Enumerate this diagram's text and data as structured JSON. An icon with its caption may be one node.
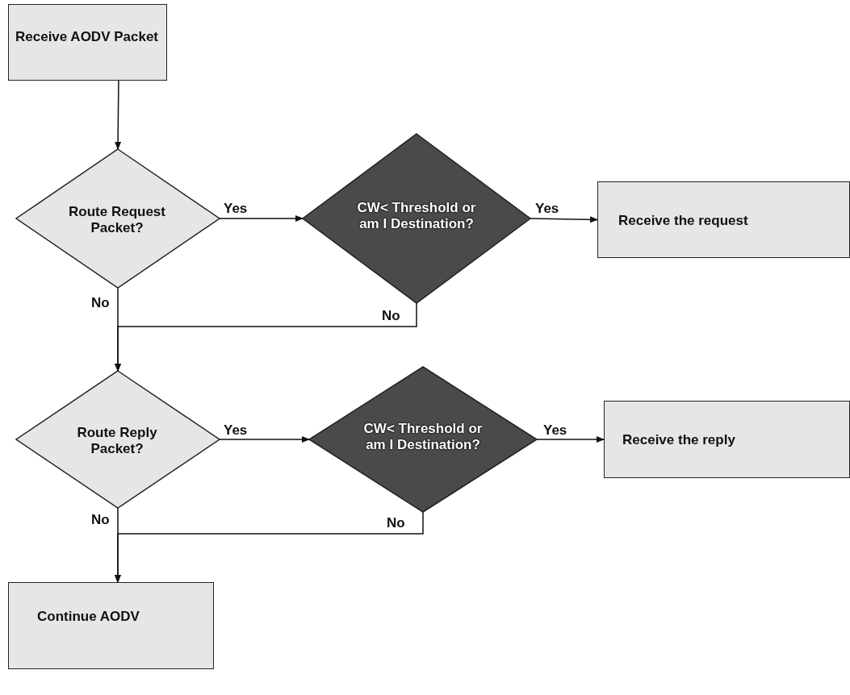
{
  "diagram": {
    "nodes": [
      {
        "text": [
          "Receive AODV Packet"
        ]
      },
      {
        "text": [
          "Route Request Packet?"
        ]
      },
      {
        "text": [
          "CW< Threshold or am I Destination?"
        ]
      },
      {
        "text": [
          "Receive the request"
        ]
      },
      {
        "text": [
          "Route Reply Packet?"
        ]
      },
      {
        "text": [
          "CW< Threshold or am I Destination?"
        ]
      },
      {
        "text": [
          "Receive the reply"
        ]
      },
      {
        "text": [
          "Continue AODV"
        ]
      }
    ],
    "edges": [
      {
        "from": 0,
        "to": 1,
        "arrow": "to"
      },
      {
        "from": 1,
        "to": 2,
        "arrow": "to",
        "label": "Yes"
      },
      {
        "from": 2,
        "to": 3,
        "arrow": "to",
        "label": "Yes"
      },
      {
        "from": 1,
        "to": 4,
        "arrow": "to",
        "label": "No"
      },
      {
        "from": 2,
        "to": 4,
        "arrow": "to",
        "label": "No"
      },
      {
        "from": 4,
        "to": 5,
        "arrow": "to",
        "label": "Yes"
      },
      {
        "from": 5,
        "to": 6,
        "arrow": "to",
        "label": "Yes"
      },
      {
        "from": 4,
        "to": 7,
        "arrow": "to",
        "label": "No"
      },
      {
        "from": 5,
        "to": 7,
        "arrow": "to",
        "label": "No"
      }
    ]
  }
}
